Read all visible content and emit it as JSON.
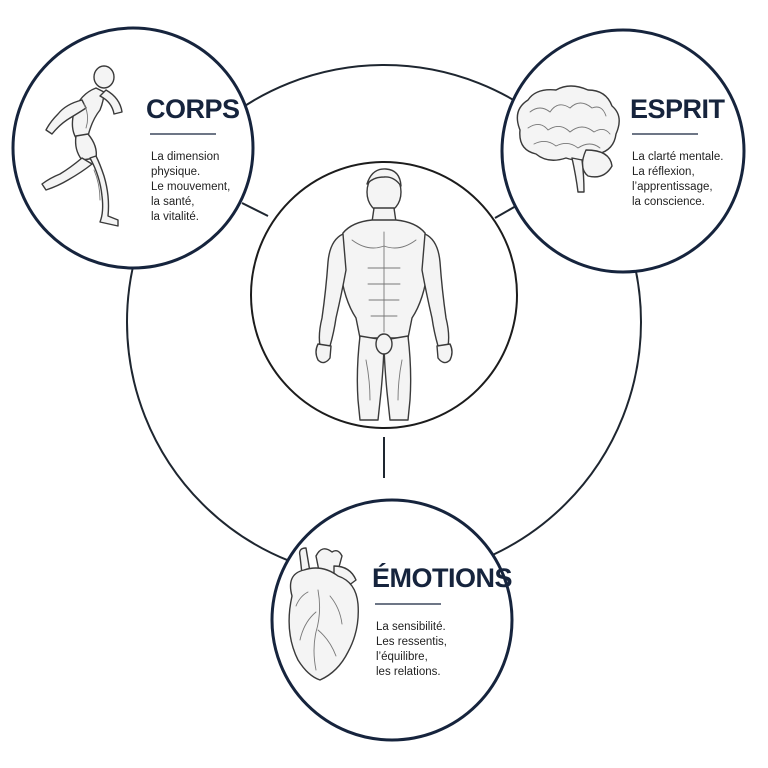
{
  "nodes": {
    "corps": {
      "title": "CORPS",
      "lines": [
        "La dimension",
        "physique.",
        "Le mouvement,",
        "la santé,",
        "la vitalité."
      ],
      "icon": "running-figure-icon"
    },
    "esprit": {
      "title": "ESPRIT",
      "lines": [
        "La clarté mentale.",
        "La réflexion,",
        "l’apprentissage,",
        "la conscience."
      ],
      "icon": "brain-icon"
    },
    "emotions": {
      "title": "ÉMOTIONS",
      "lines": [
        "La sensibilité.",
        "Les ressentis,",
        "l’équilibre,",
        "les relations."
      ],
      "icon": "heart-icon"
    },
    "center": {
      "icon": "human-anatomy-figure-icon"
    }
  },
  "colors": {
    "accent": "#16243d",
    "line": "#1e2630",
    "text": "#222222"
  }
}
